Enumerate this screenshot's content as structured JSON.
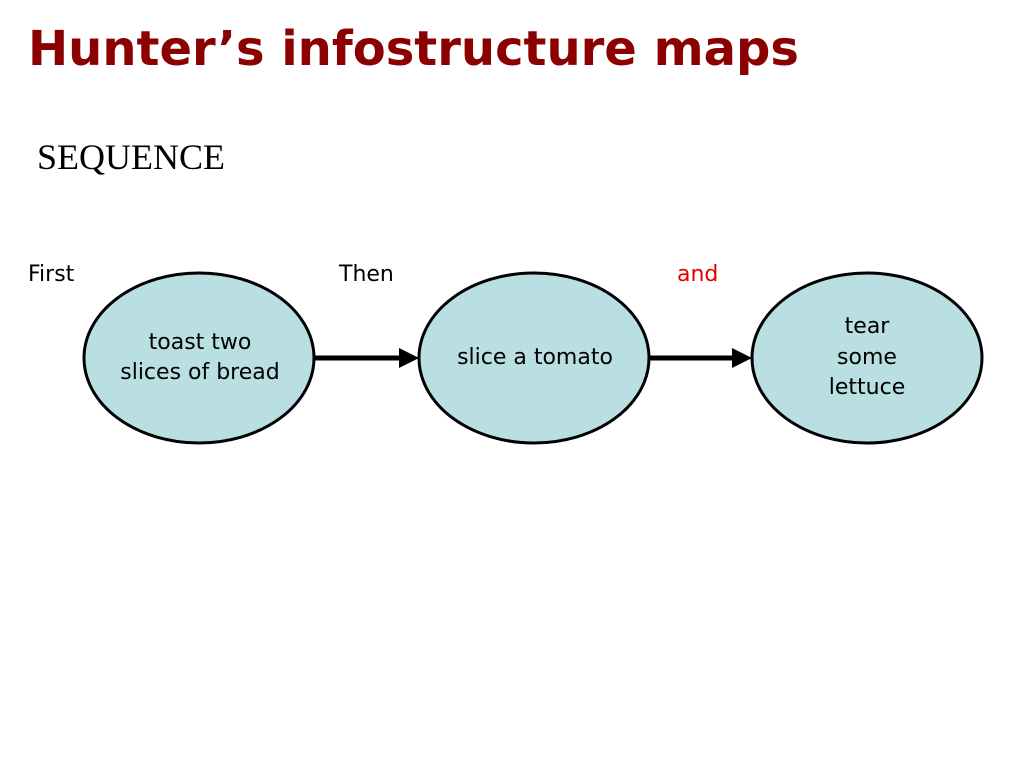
{
  "title": "Hunter’s infostructure maps",
  "section": "SEQUENCE",
  "connectors": {
    "first": "First",
    "then": "Then",
    "and": "and"
  },
  "colors": {
    "title": "#8b0000",
    "highlight_word": "#e00000",
    "node_fill": "#b9dfe2",
    "node_stroke": "#000000",
    "arrow": "#000000"
  },
  "nodes": [
    {
      "label": "toast two slices of bread"
    },
    {
      "label": "slice a tomato"
    },
    {
      "label": "tear some lettuce"
    }
  ]
}
